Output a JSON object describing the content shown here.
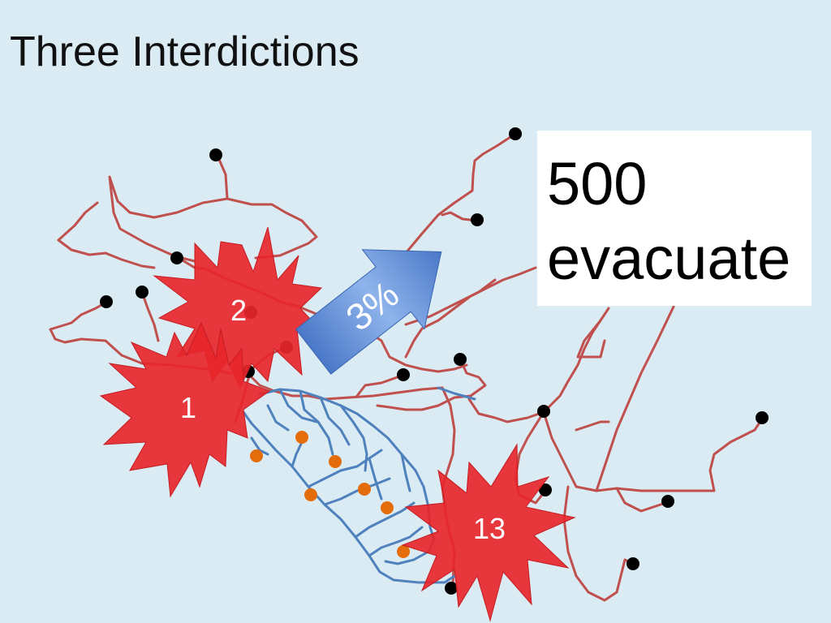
{
  "slide": {
    "title": "Three Interdictions"
  },
  "callout": {
    "number": "500",
    "word": "evacuate"
  },
  "arrow": {
    "label": "3%"
  },
  "bursts": [
    {
      "label": "2"
    },
    {
      "label": "1"
    },
    {
      "label": "13"
    }
  ],
  "colors": {
    "background": "#daebf4",
    "road_network": "#c0504d",
    "subnetwork": "#4f81bd",
    "burst_fill": "#e8262b",
    "arrow_fill": "#5a8ed8",
    "terminal_node": "#000000",
    "subnetwork_node": "#e46c0a"
  }
}
